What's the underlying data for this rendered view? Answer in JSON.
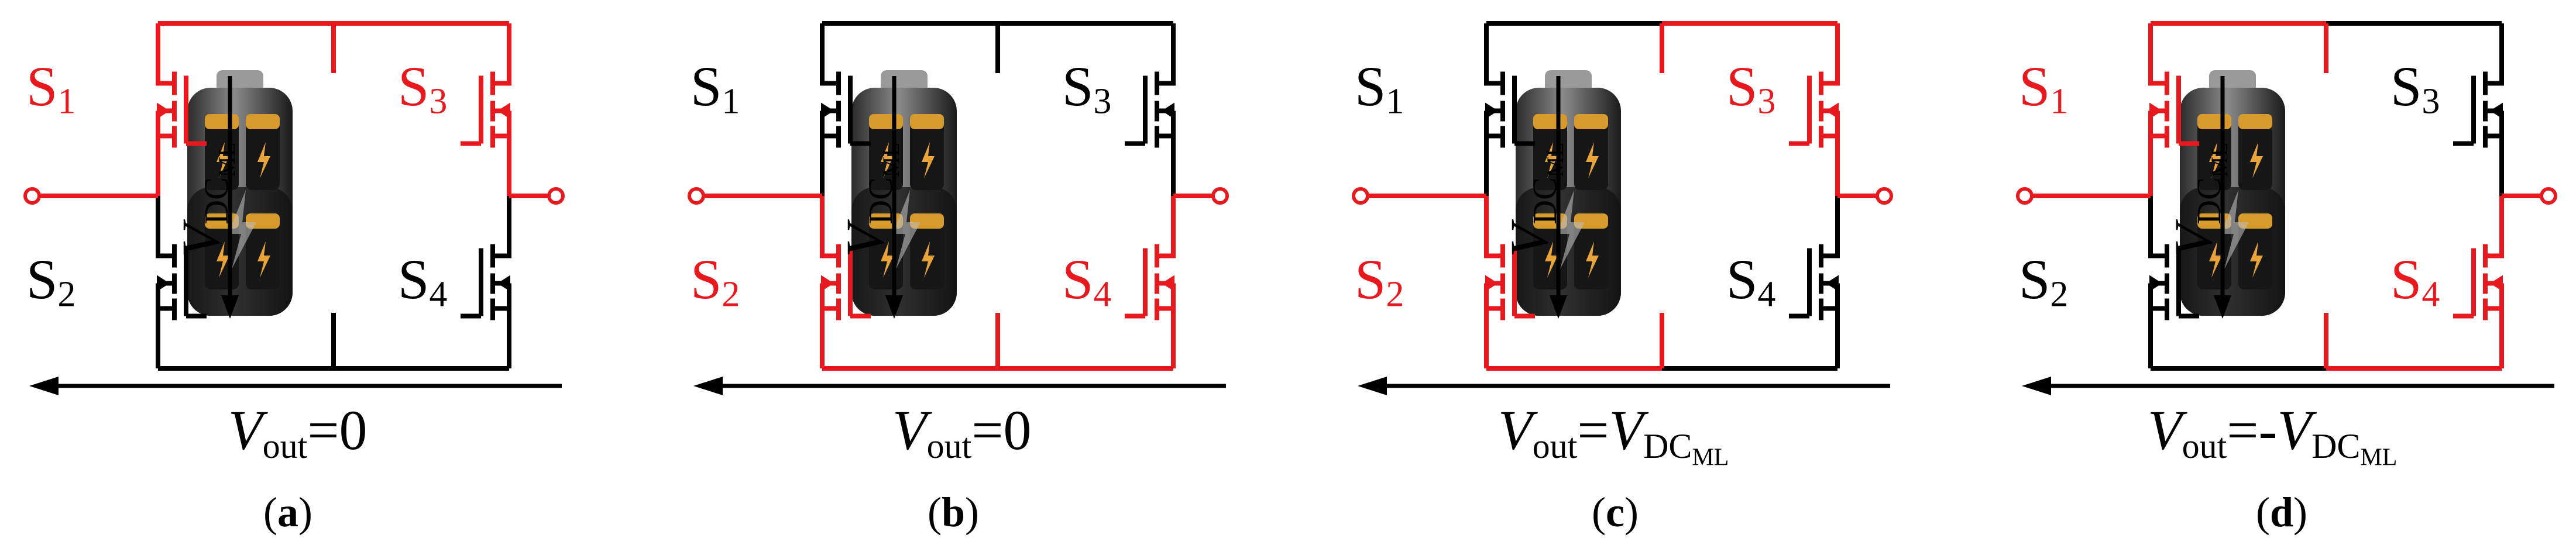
{
  "colors": {
    "active": "#e8191e",
    "inactive": "#000000"
  },
  "symbols": {
    "vdc_main": "V",
    "vdc_sub": "DC",
    "vdc_subsub": "ML",
    "vout_main": "V",
    "vout_sub": "out"
  },
  "panels": [
    {
      "caption": "a",
      "vout_rhs": "=0",
      "vout_has_vdc": false,
      "vout_sign": "",
      "switches": [
        {
          "main": "S",
          "sub": "1",
          "active": true
        },
        {
          "main": "S",
          "sub": "2",
          "active": false
        },
        {
          "main": "S",
          "sub": "3",
          "active": true
        },
        {
          "main": "S",
          "sub": "4",
          "active": false
        }
      ],
      "top_rail": "active",
      "bottom_rail": "inactive",
      "left_node": "active",
      "right_node": "active"
    },
    {
      "caption": "b",
      "vout_rhs": "=0",
      "vout_has_vdc": false,
      "vout_sign": "",
      "switches": [
        {
          "main": "S",
          "sub": "1",
          "active": false
        },
        {
          "main": "S",
          "sub": "2",
          "active": true
        },
        {
          "main": "S",
          "sub": "3",
          "active": false
        },
        {
          "main": "S",
          "sub": "4",
          "active": true
        }
      ],
      "top_rail": "inactive",
      "bottom_rail": "active",
      "left_node": "active",
      "right_node": "active"
    },
    {
      "caption": "c",
      "vout_rhs": "=",
      "vout_has_vdc": true,
      "vout_sign": "",
      "switches": [
        {
          "main": "S",
          "sub": "1",
          "active": false
        },
        {
          "main": "S",
          "sub": "2",
          "active": true
        },
        {
          "main": "S",
          "sub": "3",
          "active": true
        },
        {
          "main": "S",
          "sub": "4",
          "active": false
        }
      ],
      "top_rail": "split-right",
      "bottom_rail": "split-left",
      "left_node": "active",
      "right_node": "active"
    },
    {
      "caption": "d",
      "vout_rhs": "=-",
      "vout_has_vdc": true,
      "vout_sign": "-",
      "switches": [
        {
          "main": "S",
          "sub": "1",
          "active": true
        },
        {
          "main": "S",
          "sub": "2",
          "active": false
        },
        {
          "main": "S",
          "sub": "3",
          "active": false
        },
        {
          "main": "S",
          "sub": "4",
          "active": true
        }
      ],
      "top_rail": "split-left",
      "bottom_rail": "split-right",
      "left_node": "active",
      "right_node": "active"
    }
  ]
}
